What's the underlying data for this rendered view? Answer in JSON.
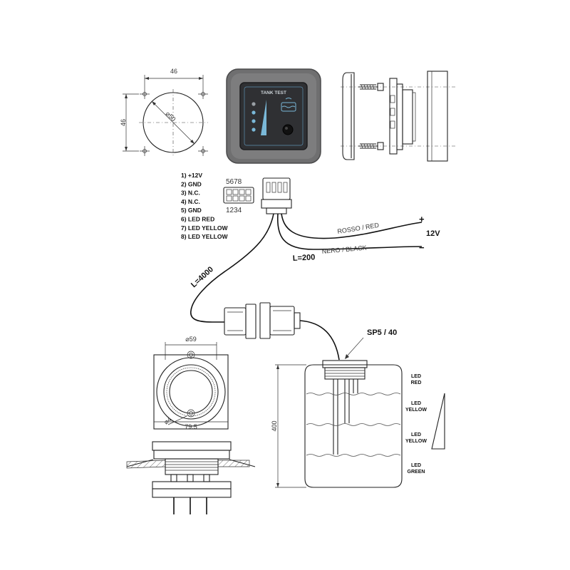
{
  "panel": {
    "dim_width": "46",
    "dim_height": "46",
    "dim_diameter": "⌀50",
    "face_title": "TANK TEST"
  },
  "pinout": {
    "items": [
      "1)  +12V",
      "2)  GND",
      "3)  N.C.",
      "4)  N.C.",
      "5)  GND",
      "6)  LED RED",
      "7)  LED YELLOW",
      "8)  LED YELLOW"
    ],
    "top_row": "5678",
    "bottom_row": "1234"
  },
  "wiring": {
    "red_label": "ROSSO / RED",
    "black_label": "NERO / BLACK",
    "plus": "+",
    "minus": "−",
    "voltage": "12V",
    "short_length": "L=200",
    "long_length": "L=4000"
  },
  "flange": {
    "dim_diameter": "⌀59",
    "dim_width": "79.5",
    "dim_hole": "⌀4"
  },
  "tank": {
    "sensor_name": "SP5 / 40",
    "height": "400",
    "levels": [
      {
        "line1": "LED",
        "line2": "RED"
      },
      {
        "line1": "LED",
        "line2": "YELLOW"
      },
      {
        "line1": "LED",
        "line2": "YELLOW"
      },
      {
        "line1": "LED",
        "line2": "GREEN"
      }
    ]
  },
  "colors": {
    "panel_body": "#6f6f70",
    "panel_face": "#2f3033",
    "led_blue": "#7ab8d8",
    "led_off": "#9aa0a6",
    "button": "#111111"
  }
}
